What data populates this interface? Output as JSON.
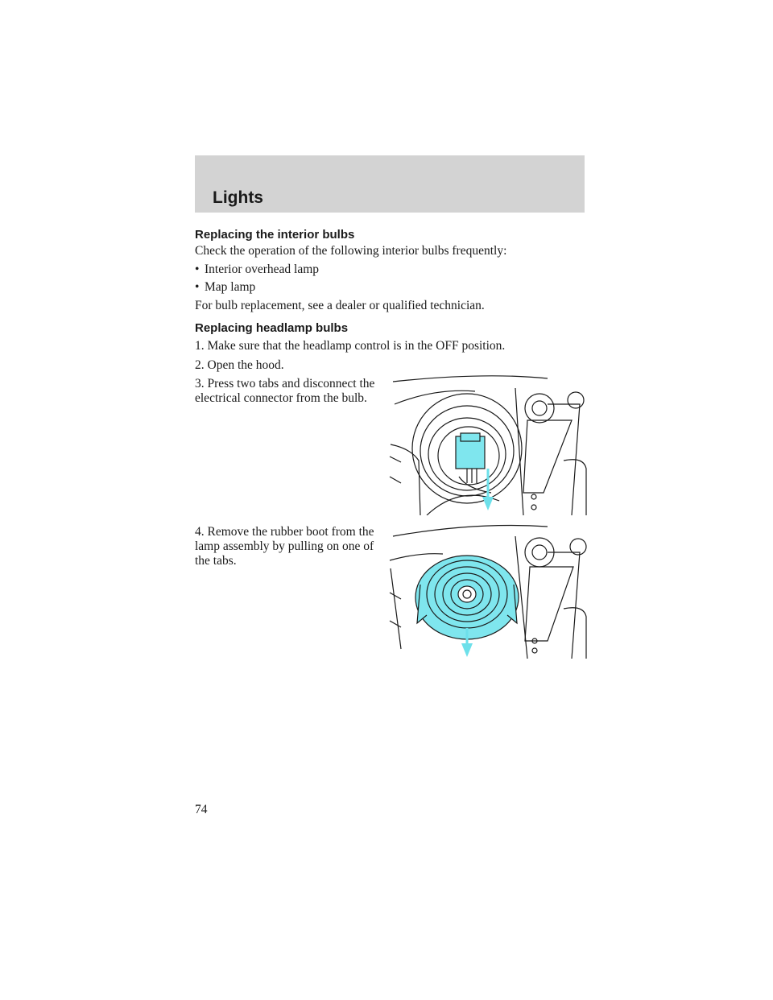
{
  "header": {
    "title": "Lights"
  },
  "section1": {
    "heading": "Replacing the interior bulbs",
    "intro": "Check the operation of the following interior bulbs frequently:",
    "bullets": [
      "Interior overhead lamp",
      "Map lamp"
    ],
    "note": "For bulb replacement, see a dealer or qualified technician."
  },
  "section2": {
    "heading": "Replacing headlamp bulbs",
    "step1": "1. Make sure that the headlamp control is in the OFF position.",
    "step2": "2. Open the hood.",
    "step3_line1": "3. Press two tabs and disconnect the",
    "step3_line2": "electrical connector from the bulb.",
    "step4_line1": "4. Remove the rubber boot from the",
    "step4_line2": "lamp assembly by pulling on one of",
    "step4_line3": "the tabs."
  },
  "figures": {
    "highlight_color": "#7fe6ee",
    "arrow_color": "#6de0ea",
    "figure1": "headlamp-connector-illustration",
    "figure2": "headlamp-rubber-boot-illustration"
  },
  "footer": {
    "page_number": "74"
  }
}
